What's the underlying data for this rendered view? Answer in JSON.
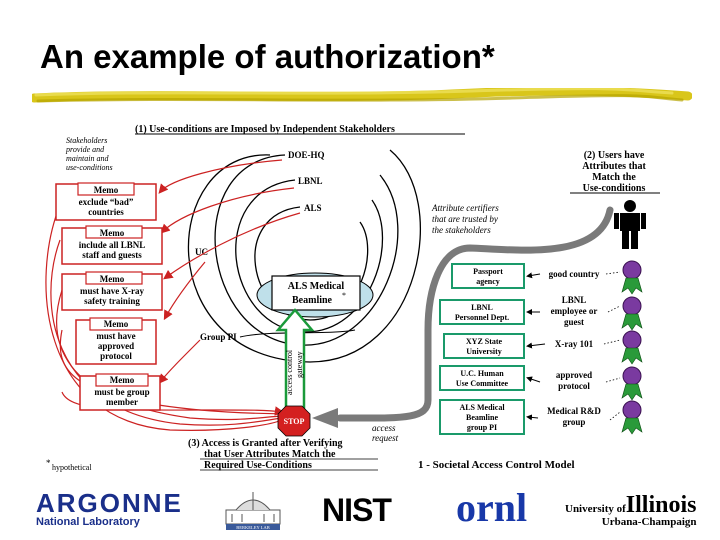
{
  "title": "An example of authorization*",
  "diagram": {
    "heading1": "(1) Use-conditions are Imposed by Independent Stakeholders",
    "stakeholders_note": [
      "Stakeholders",
      "provide and",
      "maintain and",
      "use-conditions"
    ],
    "stakeholders": [
      "DOE-HQ",
      "LBNL",
      "ALS",
      "UC"
    ],
    "memos": [
      {
        "title": "Memo",
        "text": [
          "exclude “bad”",
          "countries"
        ]
      },
      {
        "title": "Memo",
        "text": [
          "include all LBNL",
          "staff and guests"
        ]
      },
      {
        "title": "Memo",
        "text": [
          "must have X-ray",
          "safety training"
        ]
      },
      {
        "title": "Memo",
        "text": [
          "must have",
          "approved",
          "protocol"
        ]
      },
      {
        "title": "Memo",
        "text": [
          "must be group",
          "member"
        ]
      }
    ],
    "group_pi": "Group PI",
    "resource": [
      "ALS Medical",
      "Beamline"
    ],
    "resource_mark": "*",
    "gateway": [
      "access control",
      "gateway"
    ],
    "stop": "STOP",
    "access_request": [
      "access",
      "request"
    ],
    "heading2": [
      "(2) Users have",
      "Attributes that",
      "Match the",
      "Use-conditions"
    ],
    "certifiers": [
      "Attribute certifiers",
      "that are trusted by",
      "the stakeholders"
    ],
    "certifier_boxes": [
      [
        "Passport",
        "agency"
      ],
      [
        "LBNL",
        "Personnel Dept."
      ],
      [
        "XYZ State",
        "University"
      ],
      [
        "U.C. Human",
        "Use Committee"
      ],
      [
        "ALS Medical",
        "Beamline",
        "group PI"
      ]
    ],
    "attributes": [
      [
        "good country"
      ],
      [
        "LBNL",
        "employee or",
        "guest"
      ],
      [
        "X-ray 101"
      ],
      [
        "approved",
        "protocol"
      ],
      [
        "Medical R&D",
        "group"
      ]
    ],
    "heading3": [
      "(3) Access is Granted after Verifying",
      "that User Attributes Match the",
      "Required Use-Conditions"
    ],
    "hypothetical": "hypothetical",
    "hypothetical_mark": "*",
    "model_caption": "1 - Societal Access Control Model"
  },
  "logos": {
    "argonne_big": "ARGONNE",
    "argonne_small": "National Laboratory",
    "berkeley": "BERKELEY LAB",
    "nist": "NIST",
    "ornl": "ornl",
    "illinois_pre": "University of",
    "illinois_main": "Illinois",
    "illinois_sub": "Urbana-Champaign"
  },
  "colors": {
    "memo_red": "#cc2222",
    "cert_green": "#1a9a6a",
    "gray_arrow": "#7a7a7a",
    "argonne_blue": "#1a2f8a",
    "ornl_blue": "#1838a8",
    "brush_yellow": "#d9c61a"
  }
}
